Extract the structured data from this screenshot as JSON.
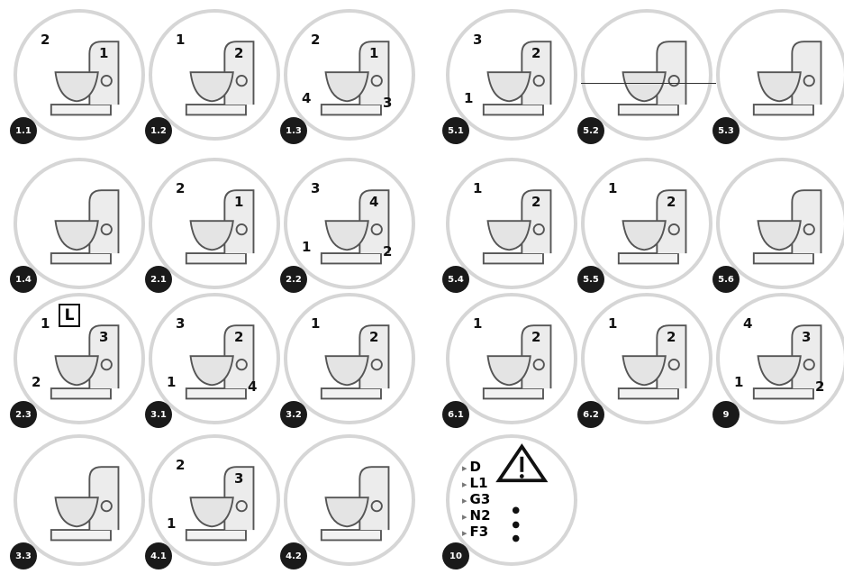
{
  "panels": [
    {
      "label": "1.1",
      "callouts": [
        "2",
        "1"
      ]
    },
    {
      "label": "1.2",
      "callouts": [
        "1",
        "2"
      ]
    },
    {
      "label": "1.3",
      "callouts": [
        "2",
        "1",
        "4",
        "3"
      ]
    },
    {
      "label": "5.1",
      "callouts": [
        "3",
        "2",
        "1"
      ]
    },
    {
      "label": "5.2",
      "callouts": []
    },
    {
      "label": "5.3",
      "callouts": []
    },
    {
      "label": "1.4",
      "callouts": []
    },
    {
      "label": "2.1",
      "callouts": [
        "2",
        "1"
      ]
    },
    {
      "label": "2.2",
      "callouts": [
        "3",
        "4",
        "1",
        "2"
      ]
    },
    {
      "label": "5.4",
      "callouts": [
        "1",
        "2"
      ]
    },
    {
      "label": "5.5",
      "callouts": [
        "1",
        "2"
      ]
    },
    {
      "label": "5.6",
      "callouts": []
    },
    {
      "label": "2.3",
      "callouts": [
        "1",
        "3",
        "2"
      ],
      "box": "L"
    },
    {
      "label": "3.1",
      "callouts": [
        "3",
        "2",
        "1",
        "4"
      ]
    },
    {
      "label": "3.2",
      "callouts": [
        "1",
        "2"
      ]
    },
    {
      "label": "6.1",
      "callouts": [
        "1",
        "2"
      ]
    },
    {
      "label": "6.2",
      "callouts": [
        "1",
        "2"
      ]
    },
    {
      "label": "9",
      "callouts": [
        "4",
        "3",
        "1",
        "2"
      ]
    },
    {
      "label": "3.3",
      "callouts": []
    },
    {
      "label": "4.1",
      "callouts": [
        "2",
        "3",
        "1"
      ]
    },
    {
      "label": "4.2",
      "callouts": []
    },
    {
      "label": "10",
      "callouts": [],
      "codes": [
        "D",
        "L1",
        "G3",
        "N2",
        "F3"
      ]
    }
  ]
}
